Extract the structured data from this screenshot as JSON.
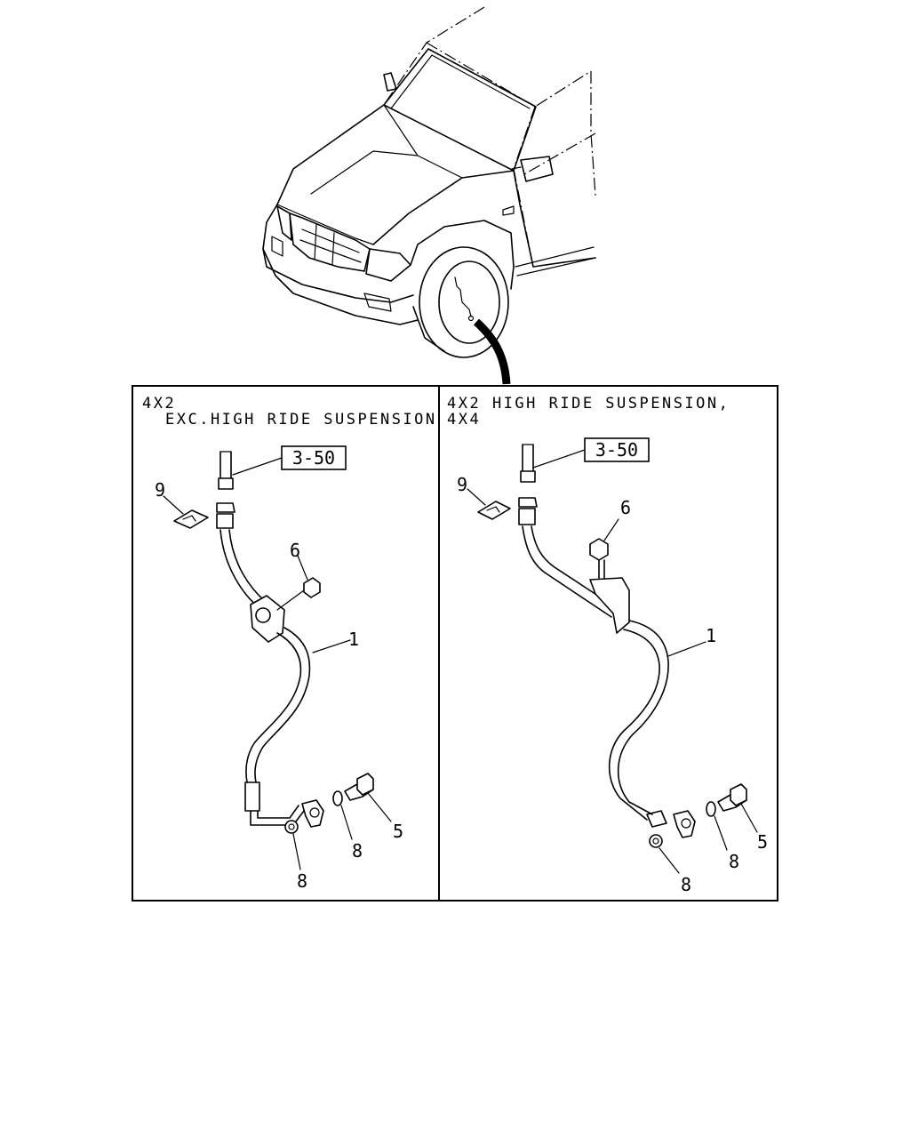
{
  "panels": [
    {
      "header_line1": "4X2",
      "header_line2": "EXC.HIGH RIDE SUSPENSION",
      "ref_box": "3-50",
      "callouts": [
        "9",
        "6",
        "1",
        "5",
        "8",
        "8"
      ]
    },
    {
      "header_line1": "4X2 HIGH RIDE SUSPENSION,",
      "header_line2": "4X4",
      "ref_box": "3-50",
      "callouts": [
        "9",
        "6",
        "1",
        "5",
        "8",
        "8"
      ]
    }
  ]
}
